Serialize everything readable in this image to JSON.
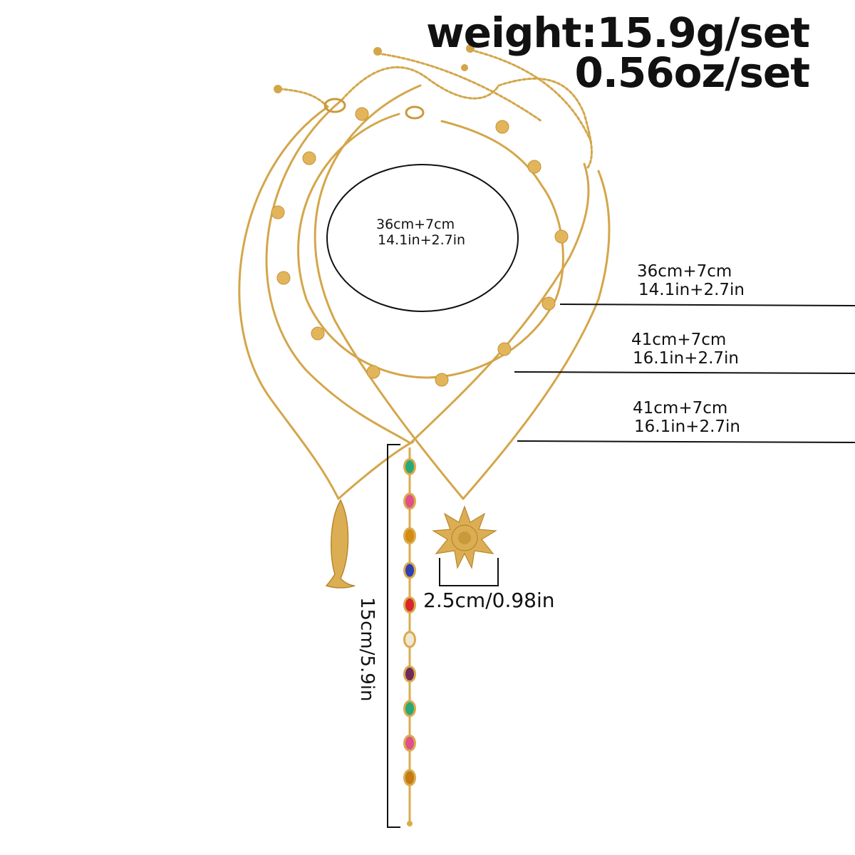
{
  "weight": {
    "line1": "weight:15.9g/set",
    "line2": "0.56oz/set"
  },
  "oval": {
    "line1": "36cm+7cm",
    "line2": "14.1in+2.7in"
  },
  "dimensions": [
    {
      "line1": "36cm+7cm",
      "line2": "14.1in+2.7in"
    },
    {
      "line1": "41cm+7cm",
      "line2": "16.1in+2.7in"
    },
    {
      "line1": "41cm+7cm",
      "line2": "16.1in+2.7in"
    }
  ],
  "drop_length": "15cm/5.9in",
  "pendant_width": "2.5cm/0.98in",
  "colors": {
    "gold": "#d9ab4e",
    "gold_dark": "#b8862c",
    "ink": "#111111"
  },
  "gems": [
    "#2aa978",
    "#e24f8a",
    "#d58a13",
    "#2e3fb0",
    "#d8262b",
    "#efe8d6",
    "#6f2a5c",
    "#2aa978",
    "#e24f8a",
    "#c57a12"
  ]
}
